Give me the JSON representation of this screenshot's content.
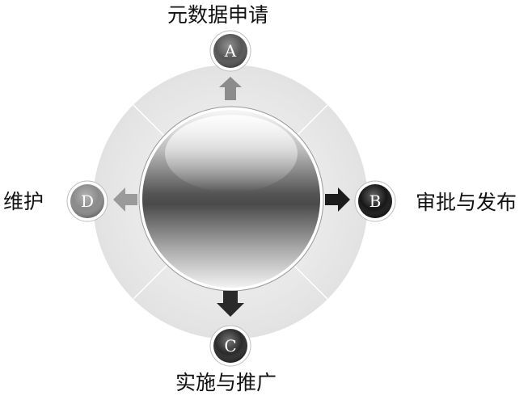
{
  "stages": {
    "a": {
      "letter": "A",
      "label": "元数据申请",
      "tone": "#555555"
    },
    "b": {
      "letter": "B",
      "label": "审批与发布",
      "tone": "#161616"
    },
    "c": {
      "letter": "C",
      "label": "实施与推广",
      "tone": "#2a2a2a"
    },
    "d": {
      "letter": "D",
      "label": "维护",
      "tone": "#8a8a8a"
    }
  },
  "arrows": {
    "up": "#8c8c8c",
    "right": "#1c1c1c",
    "down": "#2a2a2a",
    "left": "#9a9a9a"
  }
}
